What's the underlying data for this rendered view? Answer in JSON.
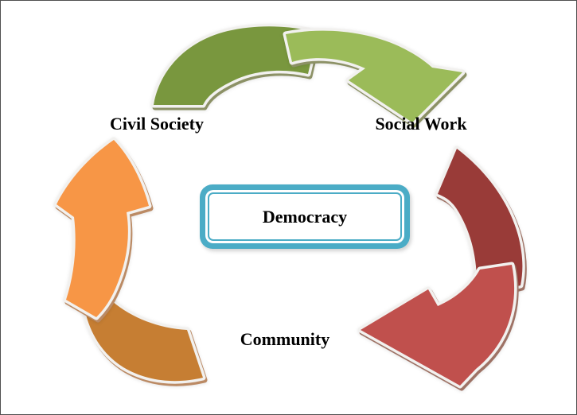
{
  "diagram": {
    "type": "cycle-diagram",
    "center_label": "Democracy",
    "nodes": [
      {
        "id": "civil-society",
        "label": "Civil Society"
      },
      {
        "id": "social-work",
        "label": "Social Work"
      },
      {
        "id": "community",
        "label": "Community"
      }
    ],
    "arrows": [
      {
        "from": "Civil Society",
        "to": "Social Work",
        "tail_color": "green_dark",
        "head_color": "green_light"
      },
      {
        "from": "Social Work",
        "to": "Community",
        "tail_color": "red_dark",
        "head_color": "red_light"
      },
      {
        "from": "Community",
        "to": "Civil Society",
        "tail_color": "orange_dark",
        "head_color": "orange_light"
      }
    ],
    "colors": {
      "green_dark": "#79973E",
      "green_light": "#9BBB59",
      "red_dark": "#993B38",
      "red_light": "#C0504D",
      "orange_dark": "#C67E33",
      "orange_light": "#F79646",
      "box_border_teal": "#4BACC6",
      "arrow_outline": "#F2F1EF",
      "label_text": "#000000",
      "page_border": "#4F4F4F",
      "background": "#FFFFFF"
    }
  }
}
